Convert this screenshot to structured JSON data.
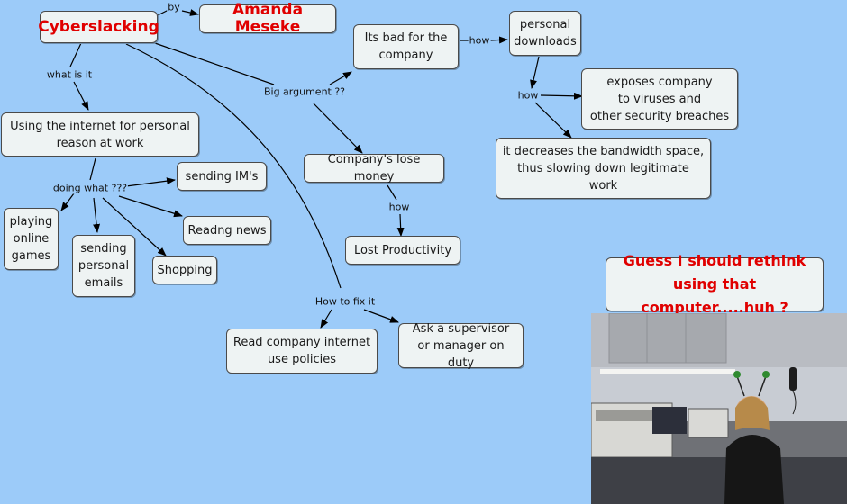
{
  "map": {
    "title": "Cyberslacking",
    "author": "Amanda Meseke",
    "concepts": {
      "definition": "Using the internet for personal\nreason at work",
      "sending_ims": "sending IM's",
      "reading_news": "Readng news",
      "shopping": "Shopping",
      "playing_games": "playing\nonline\ngames",
      "sending_emails": "sending\npersonal\nemails",
      "bad_for_company": "Its bad for the\ncompany",
      "personal_downloads": "personal\ndownloads",
      "viruses": "exposes company\nto viruses and\nother security breaches",
      "bandwidth": "it decreases the bandwidth space,\nthus slowing down legitimate\nwork",
      "lose_money": "Company's lose money",
      "lost_productivity": "Lost Productivity",
      "read_policies": "Read company internet\nuse policies",
      "ask_supervisor": "Ask a supervisor\nor manager on duty",
      "rethink": "Guess I should rethink\nusing that computer.....huh ?"
    },
    "links": {
      "by": "by",
      "what_is_it": "what is it",
      "doing_what": "doing what ???",
      "big_argument": "Big argument ??",
      "how_1": "how",
      "how_2": "how",
      "how_3": "how",
      "how_to_fix": "How to fix it"
    }
  },
  "colors": {
    "background": "#9ccbf9",
    "node_fill": "#eef3f3",
    "accent_text": "#e00000"
  }
}
